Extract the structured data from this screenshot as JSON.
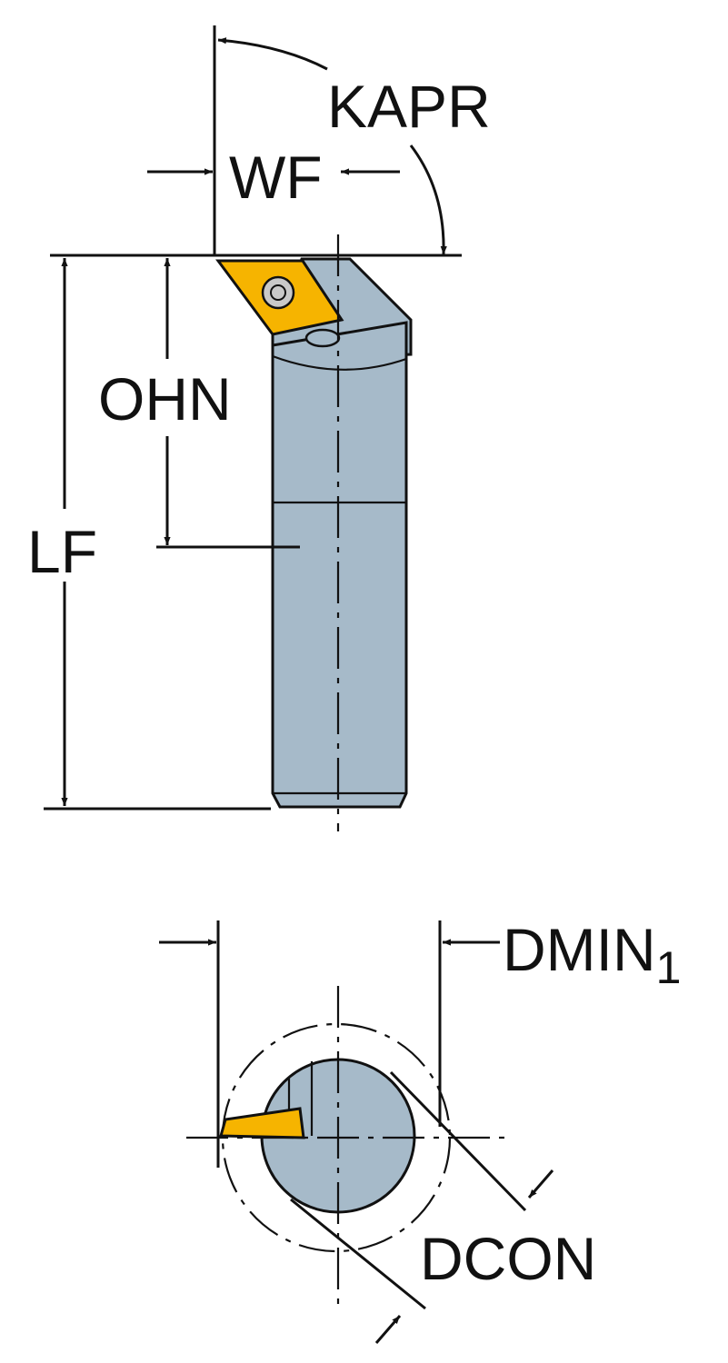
{
  "labels": {
    "kapr": "KAPR",
    "wf": "WF",
    "ohn": "OHN",
    "lf": "LF",
    "dmin": "DMIN",
    "dmin_sub": "1",
    "dcon": "DCON"
  },
  "colors": {
    "body": "#a6bac9",
    "insert": "#f6b400",
    "line": "#111111"
  }
}
